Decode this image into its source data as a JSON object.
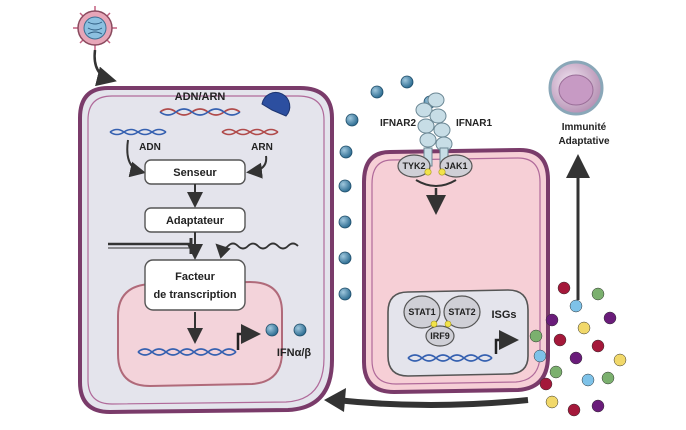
{
  "labels": {
    "adn_arn": "ADN/ARN",
    "adn": "ADN",
    "arn": "ARN",
    "senseur": "Senseur",
    "adaptateur": "Adaptateur",
    "facteur_line1": "Facteur",
    "facteur_line2": "de transcription",
    "ifn": "IFNα/β",
    "ifnar2": "IFNAR2",
    "ifnar1": "IFNAR1",
    "tyk2": "TYK2",
    "jak1": "JAK1",
    "stat1": "STAT1",
    "stat2": "STAT2",
    "irf9": "IRF9",
    "isgs": "ISGs",
    "immunite_line1": "Immunité",
    "immunite_line2": "Adaptative"
  },
  "colors": {
    "cell_membrane": "#7a3b6a",
    "cell_fill": "#e4e4ec",
    "nucleus_fill": "#f3d3da",
    "nucleus_edge": "#b06a7a",
    "right_cell_fill": "#f6cfd6",
    "ifn_particle": "#3d7fa3",
    "dna_blue": "#3560b0",
    "dna_red": "#b04a4a",
    "receptor": "#c7dde6",
    "kinase": "#cfcfd6",
    "phospho": "#f2e34a",
    "immune_cell": "#d9c2d8"
  },
  "icons": [
    "virus-icon",
    "pac-man-sensor-icon",
    "dna-helix-icon",
    "gene-promoter-arrow-icon",
    "immune-cell-icon"
  ]
}
